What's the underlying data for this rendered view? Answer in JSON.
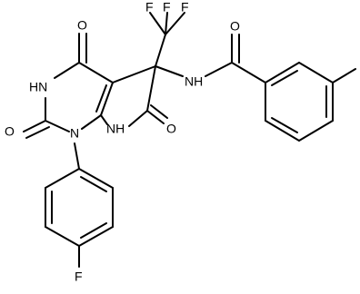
{
  "colors": {
    "background": "#ffffff",
    "ink": "#000000"
  },
  "molecule": {
    "atoms": {
      "F_top_right": "F",
      "F_top_mid": "F",
      "F_top_left": "F",
      "O_amide": "O",
      "O_c4": "O",
      "HN_pyrimidine": "HN",
      "NH_amide": "NH",
      "O_c2": "O",
      "N1": "N",
      "NH_lactam": "NH",
      "O_lactam": "O",
      "F_aryl": "F"
    }
  }
}
